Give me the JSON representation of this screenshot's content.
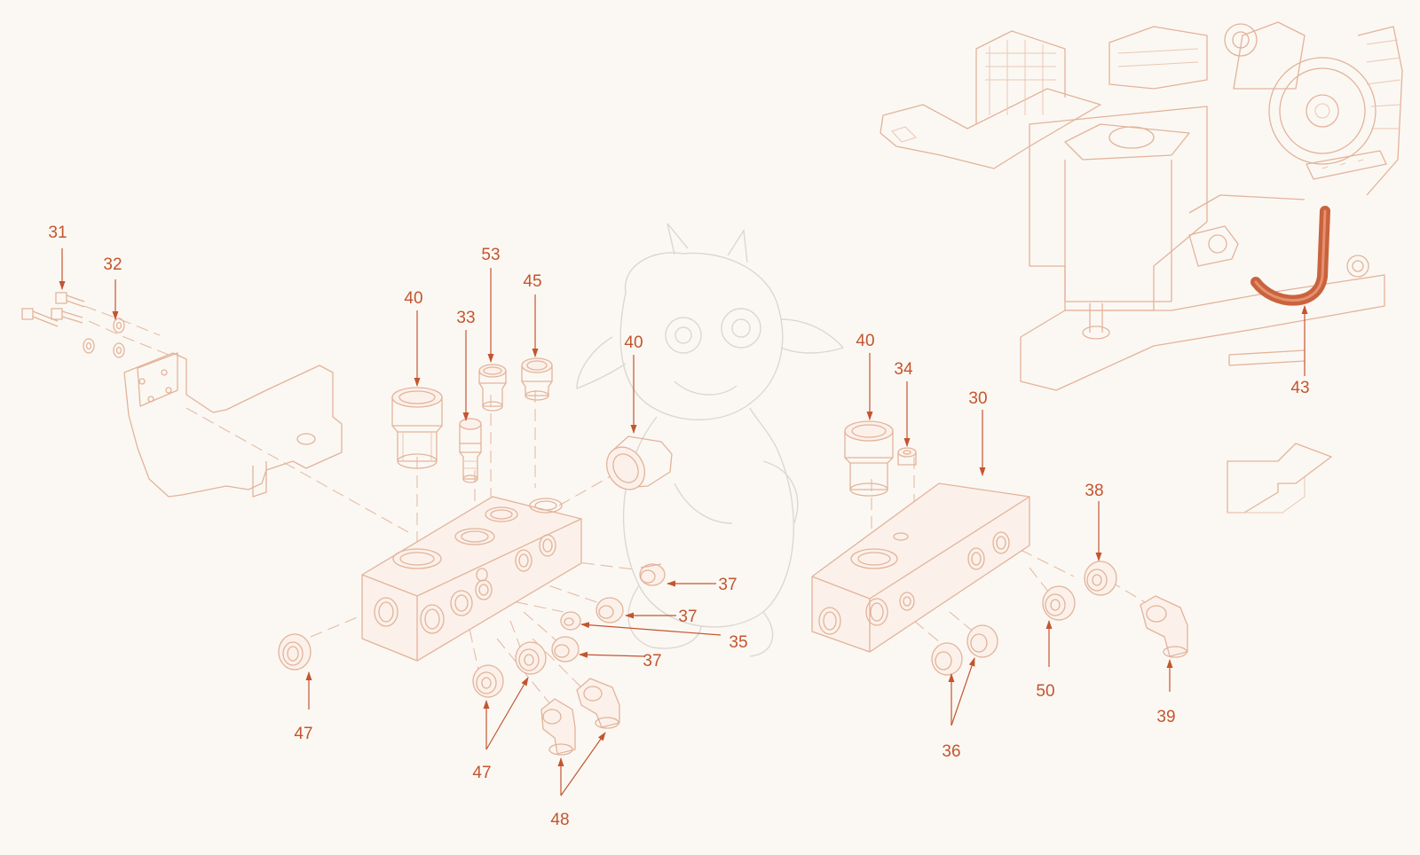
{
  "colors": {
    "background": "#fbf8f3",
    "linework": "#e3b39a",
    "callout": "#c4552f",
    "hose": "#c9633e",
    "watermark": "#dcd7d1"
  },
  "icons": [
    "direction-arrow-icon",
    "dragon-mascot-watermark"
  ],
  "callouts": {
    "c31": "31",
    "c32": "32",
    "c40a": "40",
    "c33": "33",
    "c53": "53",
    "c45": "45",
    "c40b": "40",
    "c40c": "40",
    "c34": "34",
    "c30": "30",
    "c43": "43",
    "c38": "38",
    "c37a": "37",
    "c37b": "37",
    "c35": "35",
    "c37c": "37",
    "c47a": "47",
    "c47b": "47",
    "c48": "48",
    "c36": "36",
    "c50": "50",
    "c39": "39"
  }
}
